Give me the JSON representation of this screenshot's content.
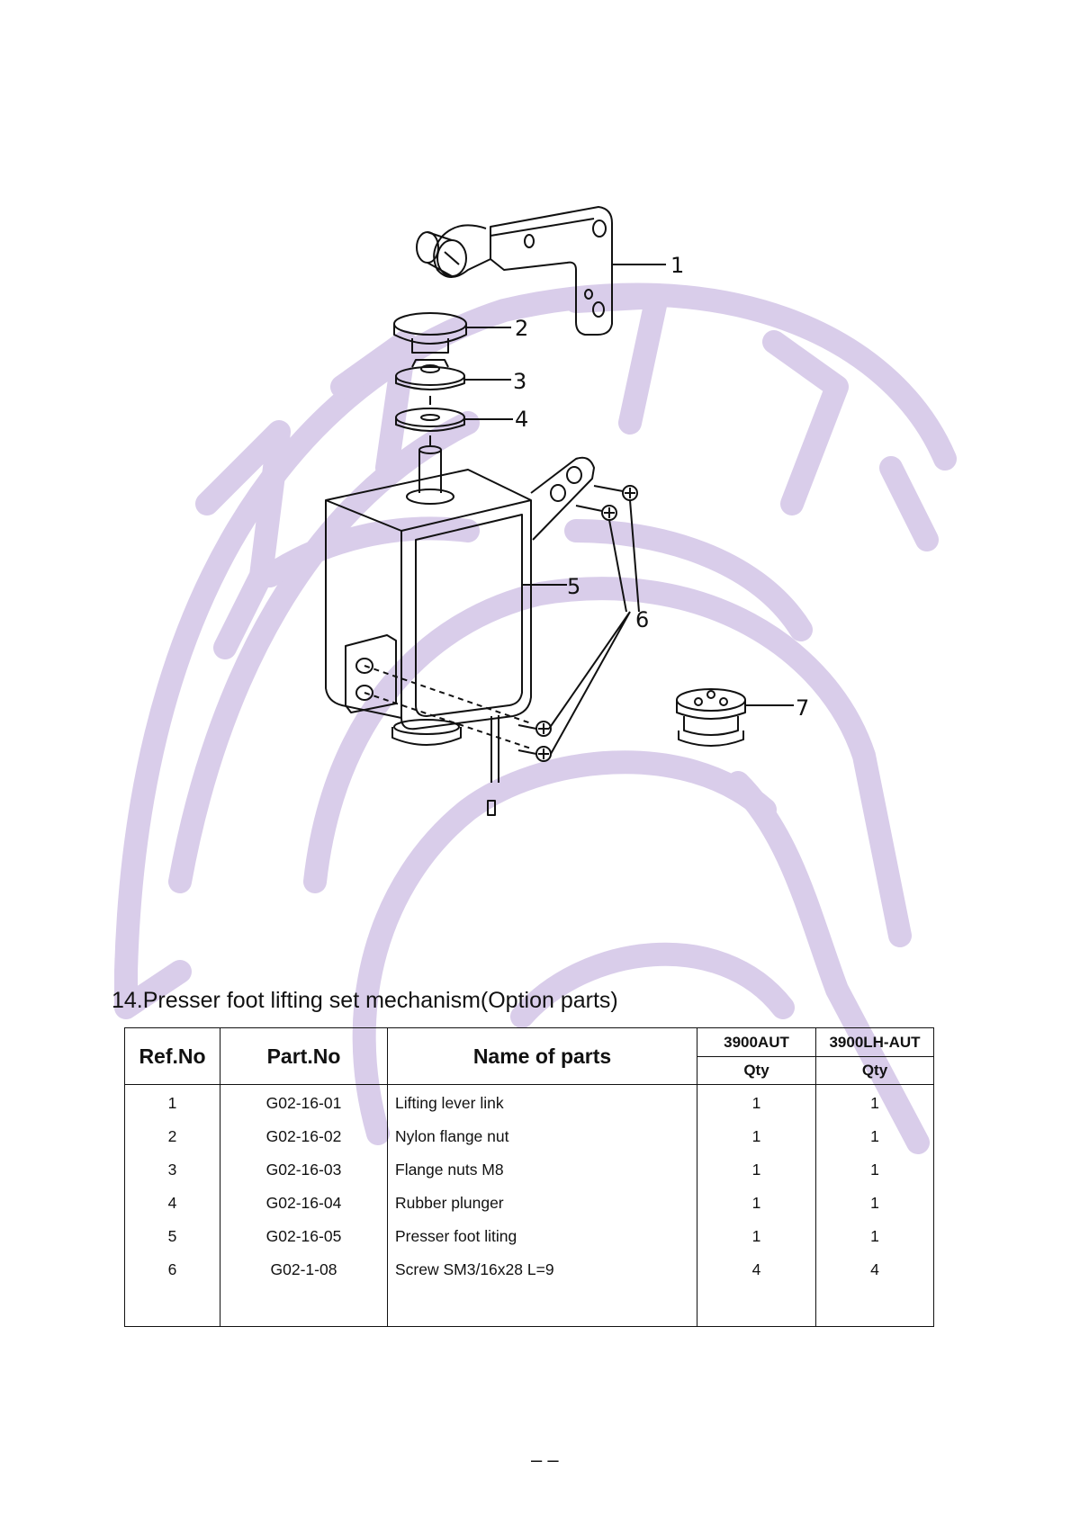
{
  "figure": {
    "callouts": [
      "1",
      "2",
      "3",
      "4",
      "5",
      "6",
      "7"
    ]
  },
  "section_title": "14.Presser foot lifting set mechanism(Option parts)",
  "table": {
    "headers": {
      "ref_no": "Ref.No",
      "part_no": "Part.No",
      "name": "Name of parts",
      "model_a": "3900AUT",
      "model_b": "3900LH-AUT",
      "qty_a": "Qty",
      "qty_b": "Qty"
    },
    "rows": [
      {
        "ref": "1",
        "part": "G02-16-01",
        "name": "Lifting lever link",
        "qty_a": "1",
        "qty_b": "1"
      },
      {
        "ref": "2",
        "part": "G02-16-02",
        "name": "Nylon flange nut",
        "qty_a": "1",
        "qty_b": "1"
      },
      {
        "ref": "3",
        "part": "G02-16-03",
        "name": "Flange nuts M8",
        "qty_a": "1",
        "qty_b": "1"
      },
      {
        "ref": "4",
        "part": "G02-16-04",
        "name": "Rubber plunger",
        "qty_a": "1",
        "qty_b": "1"
      },
      {
        "ref": "5",
        "part": "G02-16-05",
        "name": "Presser foot liting",
        "qty_a": "1",
        "qty_b": "1"
      },
      {
        "ref": "6",
        "part": "G02-1-08",
        "name": "Screw SM3/16x28 L=9",
        "qty_a": "4",
        "qty_b": "4"
      }
    ]
  },
  "page_number": "– –",
  "colors": {
    "watermark": "#d9cdea",
    "ink": "#111111"
  }
}
